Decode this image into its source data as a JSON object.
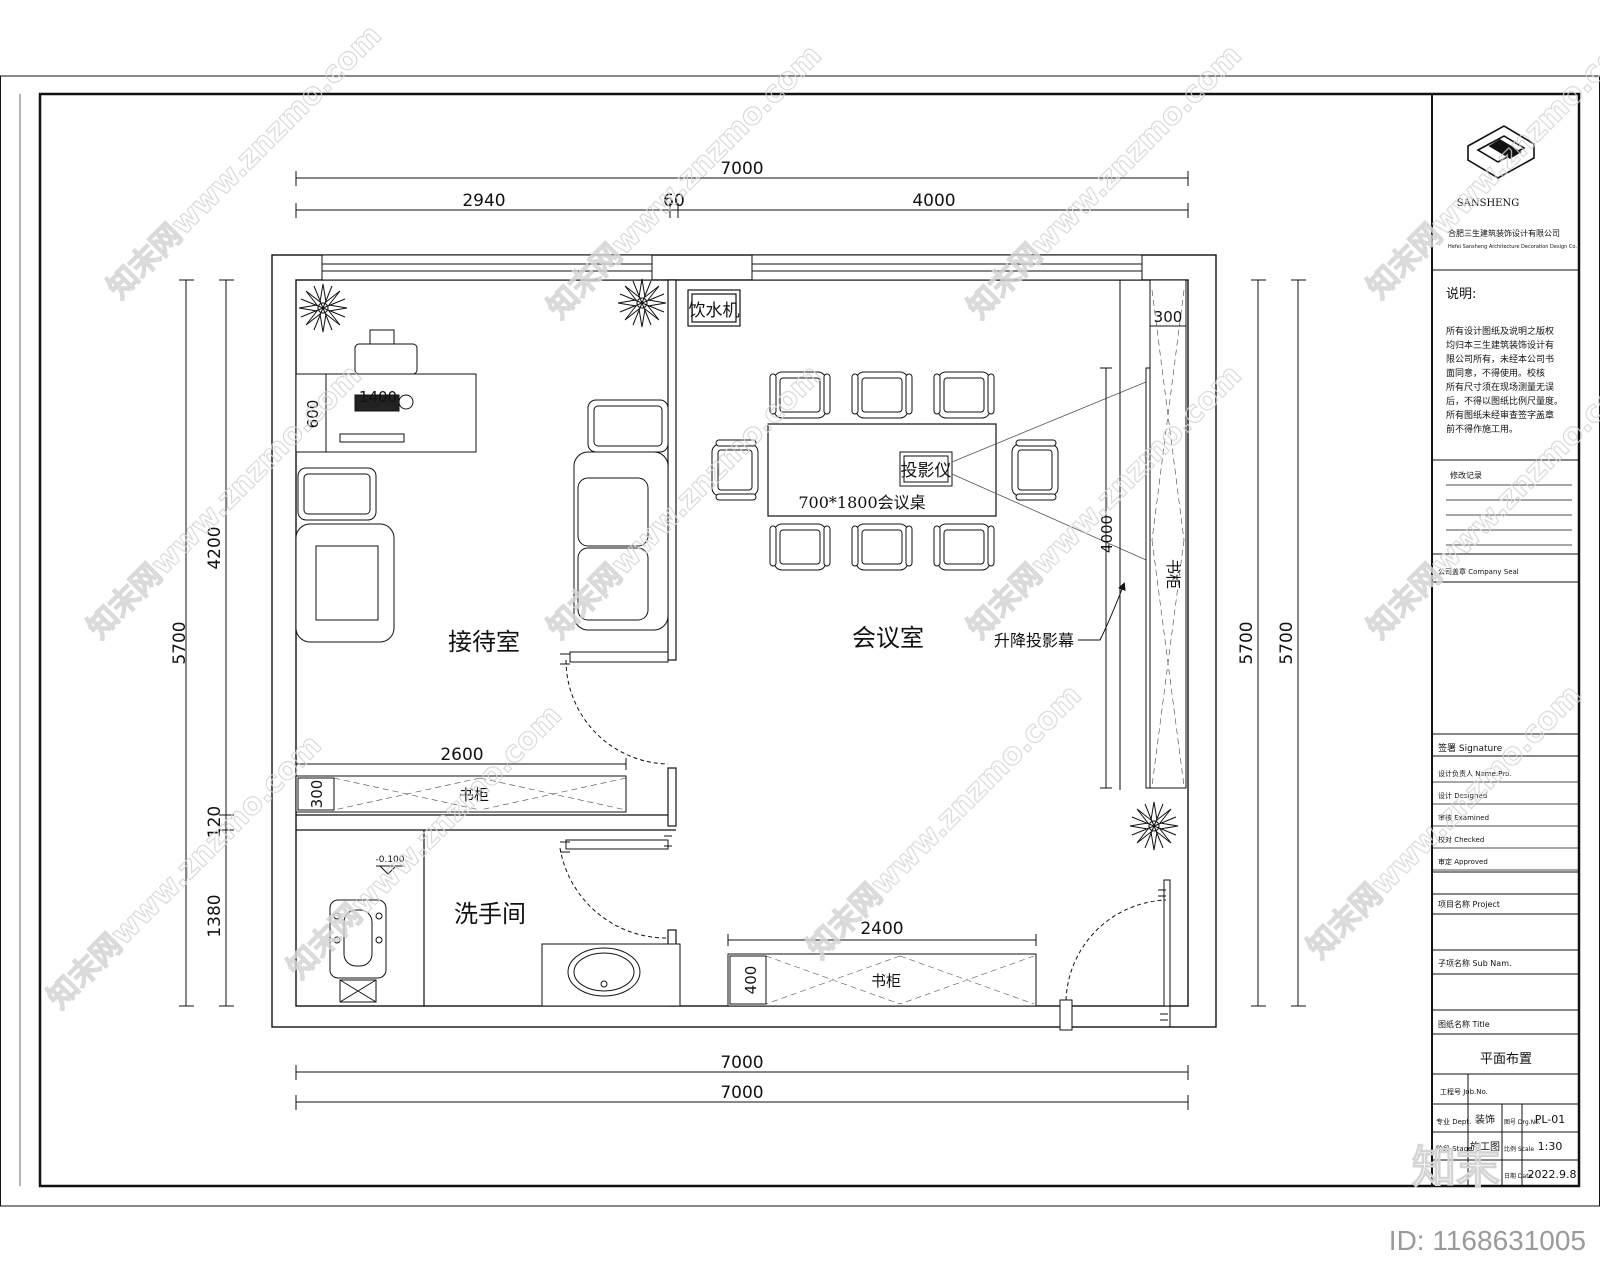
{
  "drawing": {
    "overall_width_top": "7000",
    "segments_top": [
      "2940",
      "60",
      "4000"
    ],
    "overall_width_bottom_1": "7000",
    "overall_width_bottom_2": "7000",
    "left_height_total": "5700",
    "left_segments": [
      "4200",
      "120",
      "1380"
    ],
    "right_height_1": "5700",
    "right_height_2": "5700",
    "dim_desk_width": "1400",
    "dim_desk_depth": "600",
    "dim_cabinet_right_depth": "300",
    "dim_cabinet_right_length": "4000",
    "dim_mid_cabinet_length": "2600",
    "dim_mid_cabinet_depth": "300",
    "dim_bottom_cabinet_length": "2400",
    "dim_bottom_cabinet_depth": "400",
    "floor_level": "-0.100"
  },
  "labels": {
    "reception": "接待室",
    "meeting": "会议室",
    "washroom": "洗手间",
    "water_dispenser": "饮水机",
    "projector": "投影仪",
    "meeting_table": "700*1800会议桌",
    "projection_screen": "升降投影幕",
    "cabinet": "书柜"
  },
  "titleblock": {
    "brand": "SANSHENG",
    "company_cn": "合肥三生建筑装饰设计有限公司",
    "company_en": "Hefei Sansheng Architecture Decoration Design Co.",
    "notes_label": "说明:",
    "notes_text": [
      "所有设计图纸及说明之版权",
      "均归本三生建筑装饰设计有",
      "限公司所有，未经本公司书",
      "面同意，不得使用。校核",
      "所有尺寸须在现场测量无误",
      "后，不得以图纸比例尺量度。",
      "所有图纸未经审查签字盖章",
      "前不得作施工用。"
    ],
    "revision_label": "修改记录",
    "company_seal_label": "公司盖章  Company Seal",
    "signature_label": "签署 Signature",
    "sig_rows": [
      "设计负责人 Name.Pro.",
      "设计 Designed",
      "审核 Examined",
      "校对 Checked",
      "审定 Approved"
    ],
    "project_label": "项目名称  Project",
    "subname_label": "子项名称  Sub Nam.",
    "title_label": "图纸名称  Title",
    "title_value": "平面布置",
    "job_no_label": "工程号 Job.No.",
    "dept_label": "专业 Dept.",
    "dept_value": "装饰",
    "drg_label": "图号 Drg.No.",
    "drg_value": "PL-01",
    "stage_label": "阶段 Stage",
    "stage_value": "施工图",
    "scale_label": "比例 Scale",
    "scale_value": "1:30",
    "date_label": "日期 Date",
    "date_value": "2022.9.8"
  },
  "watermark": {
    "text": "知末网www.znzmo.com",
    "logo": "知末",
    "id": "ID: 1168631005"
  }
}
